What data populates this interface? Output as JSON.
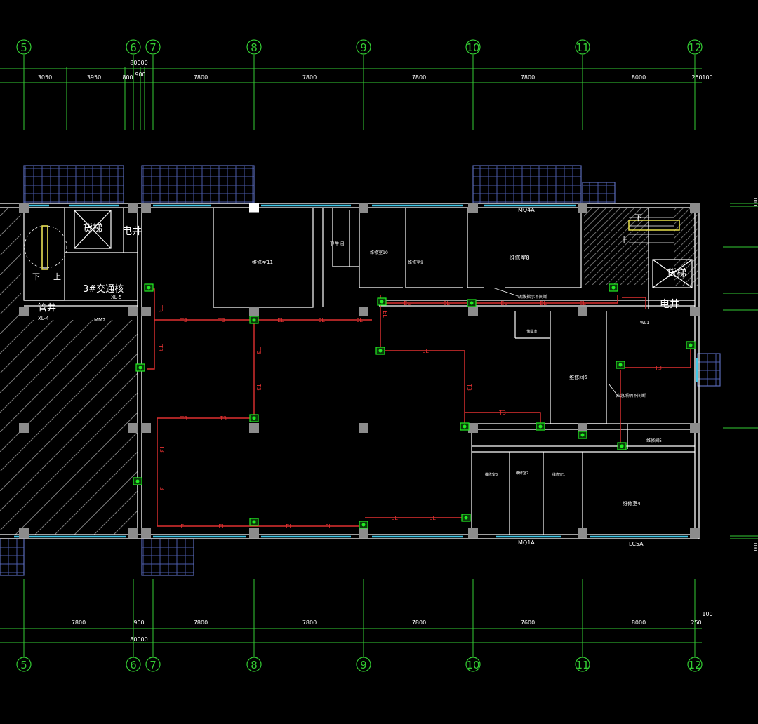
{
  "grid_axes": [
    "5",
    "6",
    "7",
    "8",
    "9",
    "10",
    "11",
    "12"
  ],
  "dimensions_top": {
    "total": "80000",
    "segments": [
      "3050",
      "3950",
      "800",
      "900",
      "7800",
      "7800",
      "7800",
      "7800",
      "8000",
      "250",
      "100"
    ]
  },
  "dimensions_bottom": {
    "total": "80000",
    "segments": [
      "7800",
      "900",
      "7800",
      "7800",
      "7800",
      "7600",
      "8000",
      "250"
    ],
    "right_note": "100"
  },
  "side_marks": {
    "right_top": "100",
    "right_bottom": "100"
  },
  "rooms": {
    "freight_elevator_left": "货梯",
    "electric_shaft_left": "电井",
    "traffic_core": "3#交通核",
    "pipe_shaft": "管井",
    "stair_down": "下",
    "stair_up": "上",
    "stair_up_right": "上",
    "stair_down_right": "下",
    "freight_elevator_right": "货梯",
    "electric_shaft_right": "电井",
    "room_11": "维修室11",
    "room_10": "维修室10",
    "room_9": "维修室9",
    "room_8": "维修室8",
    "room_6": "维修间6",
    "room_5": "维修间5",
    "room_4": "维修室4",
    "room_3": "维修室3",
    "room_2": "维修室2",
    "room_1": "维修室1",
    "room_small": "储藏室",
    "toilet": "卫生间"
  },
  "tags": {
    "xl5": "XL-5",
    "xl4": "XL-4",
    "mm2": "MM2",
    "mq4a": "MQ4A",
    "mq1a": "MQ1A",
    "lc5a": "LC5A",
    "wl1": "WL1",
    "note_1": "疏散指示不间断",
    "note_2": "应急照明不间断"
  },
  "circuit_labels": {
    "el": "EL",
    "t3": "T3"
  },
  "colors": {
    "background": "#000000",
    "grid_line": "#33cc33",
    "wall": "#ffffff",
    "column": "#8c8c8c",
    "circuit": "#e03030",
    "device": "#22ee22",
    "glazing": "#3fc7e8",
    "curtain_wall": "#5a6ab8",
    "hatch": "#7a7a7a",
    "dim_text": "#ffffff"
  }
}
